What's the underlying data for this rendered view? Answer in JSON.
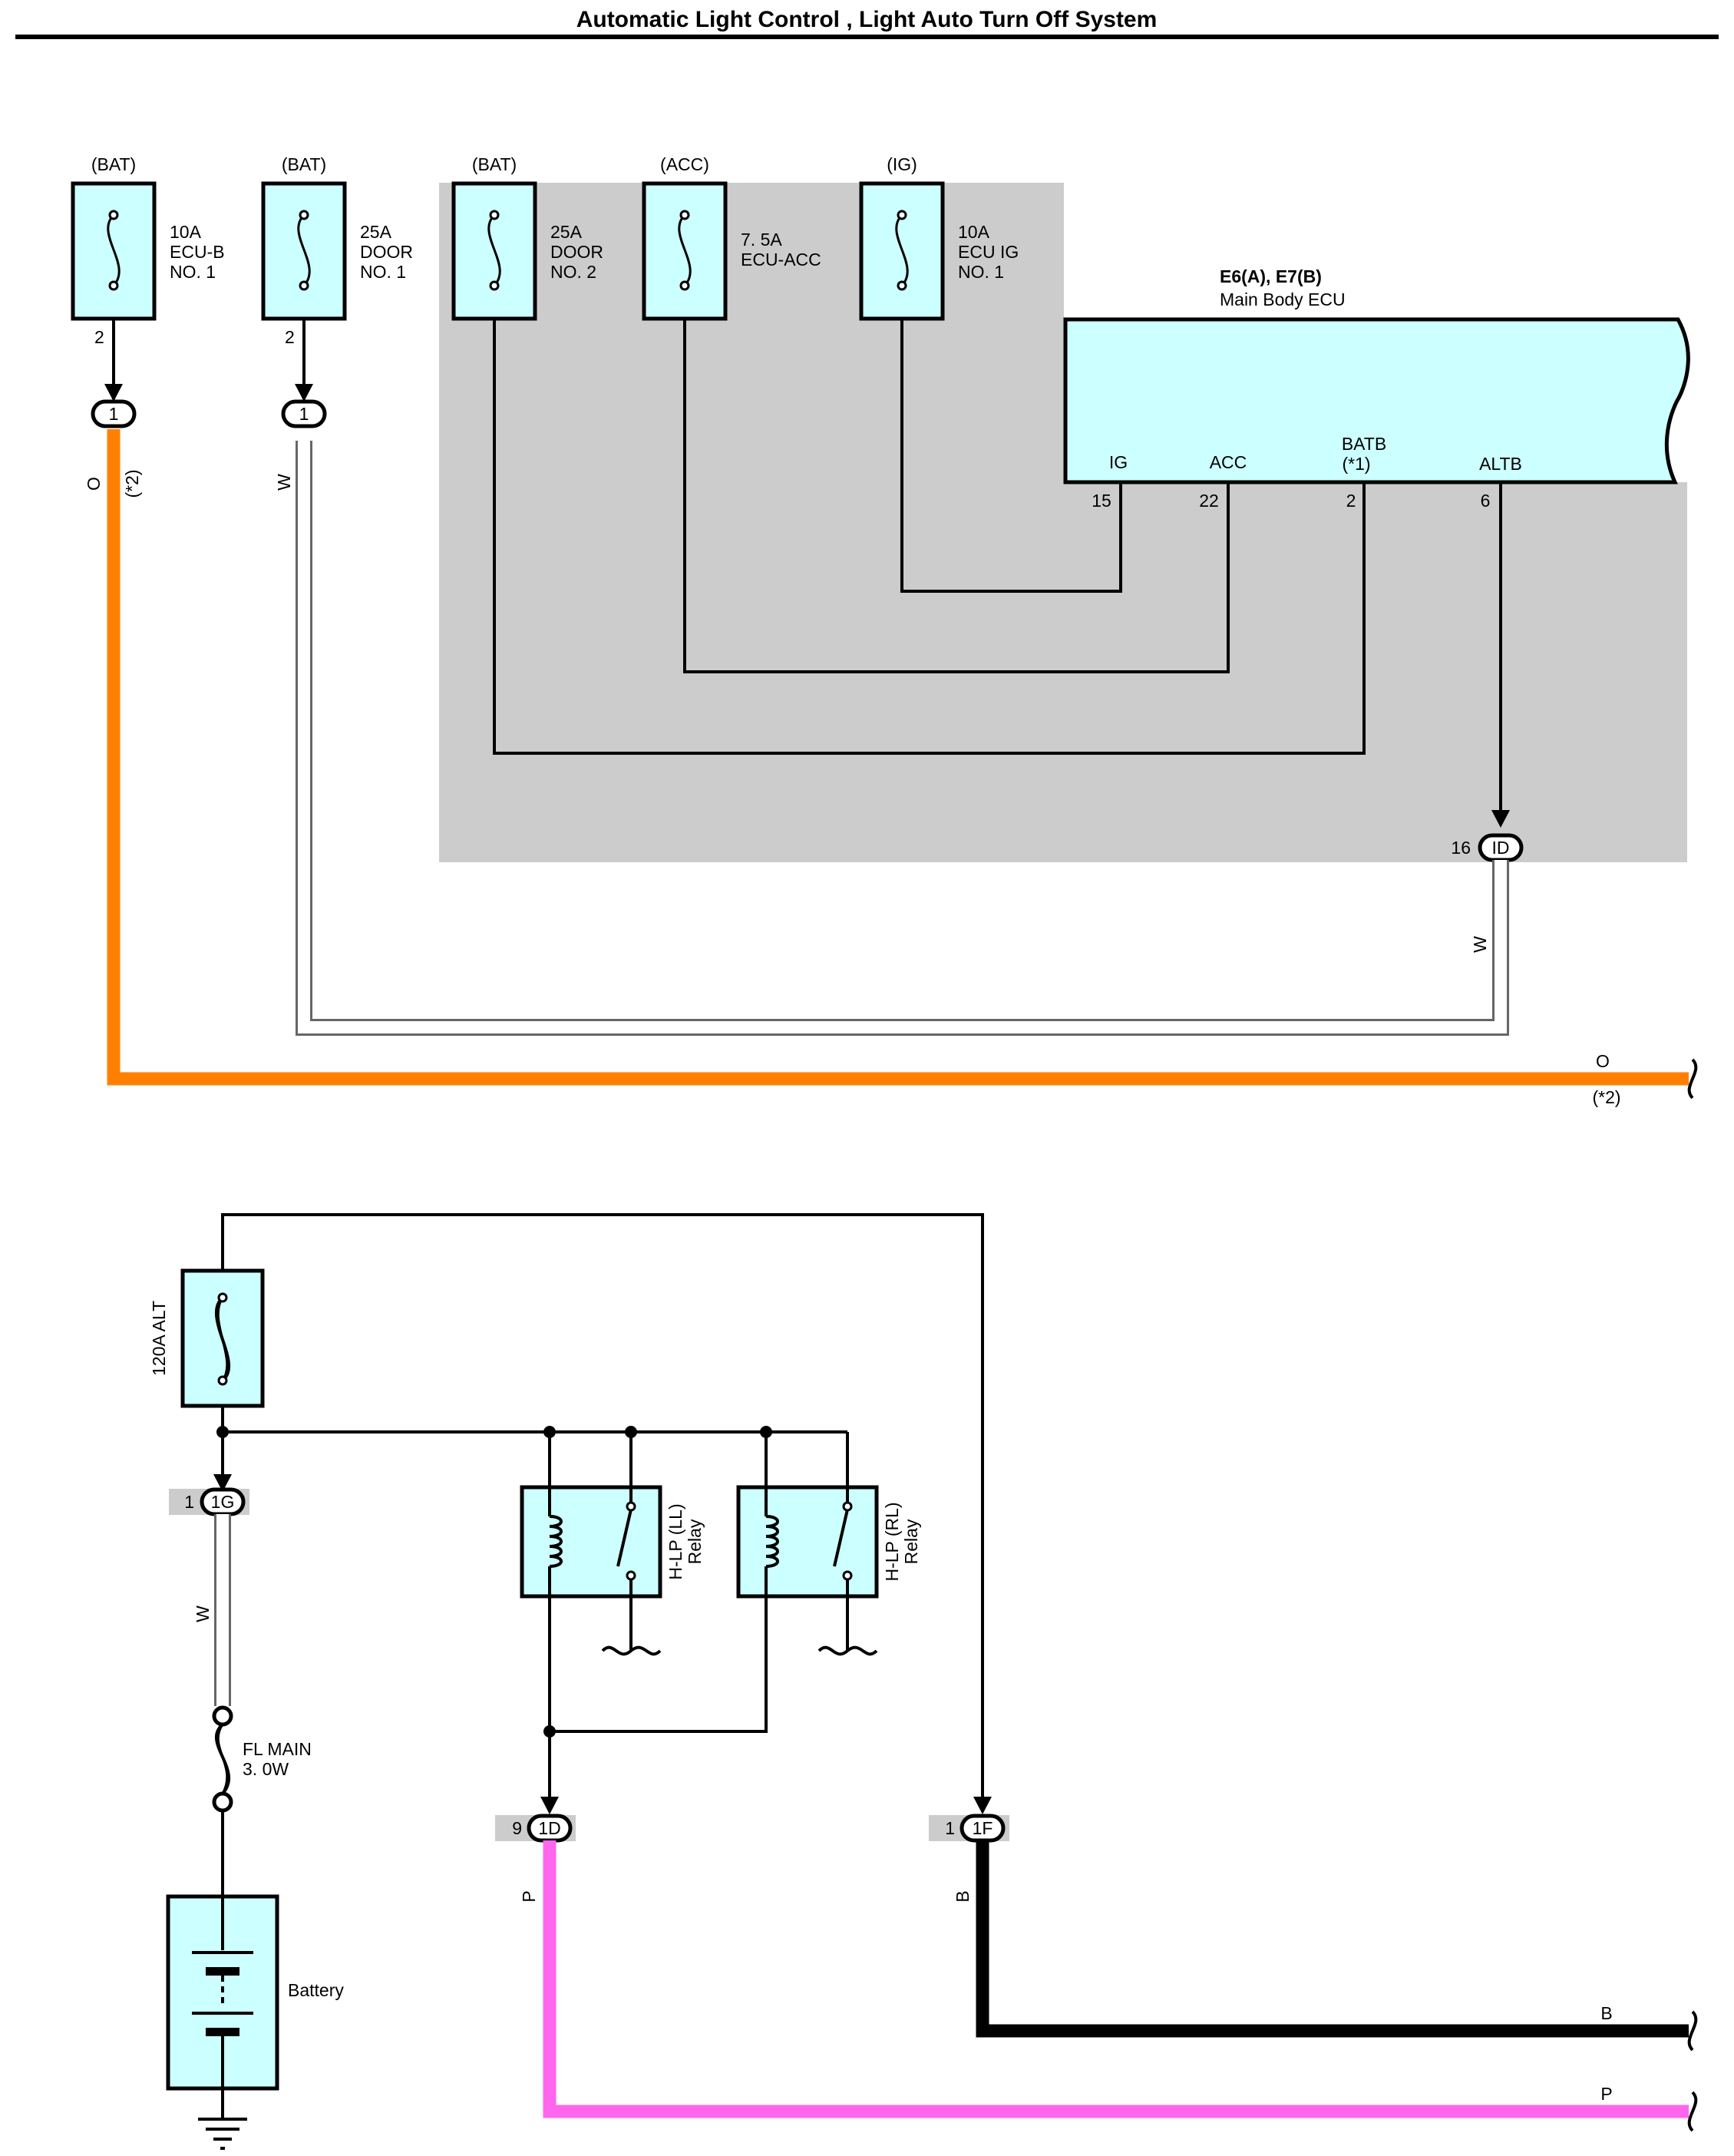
{
  "title": "Automatic Light Control , Light Auto Turn Off System",
  "colors": {
    "orange_wire": "#FF8000",
    "pink_wire": "#FF66EE",
    "black_wire": "#000000",
    "component_fill": "#CCFFFF",
    "shaded_area": "#CCCCCC"
  },
  "fuses": [
    {
      "id": "f1",
      "source": "(BAT)",
      "lines": [
        "10A",
        "ECU-B",
        "NO. 1"
      ],
      "pin": "2"
    },
    {
      "id": "f2",
      "source": "(BAT)",
      "lines": [
        "25A",
        "DOOR",
        "NO. 1"
      ],
      "pin": "2"
    },
    {
      "id": "f3",
      "source": "(BAT)",
      "lines": [
        "25A",
        "DOOR",
        "NO. 2"
      ]
    },
    {
      "id": "f4",
      "source": "(ACC)",
      "lines": [
        "7. 5A",
        "ECU-ACC"
      ]
    },
    {
      "id": "f5",
      "source": "(IG)",
      "lines": [
        "10A",
        "ECU IG",
        "NO. 1"
      ]
    }
  ],
  "ecu": {
    "connectors": "E6(A), E7(B)",
    "name": "Main Body ECU",
    "pins": [
      {
        "label": "IG",
        "pin": "15"
      },
      {
        "label": "ACC",
        "pin": "22"
      },
      {
        "label": "BATB",
        "sub": "(*1)",
        "pin": "2"
      },
      {
        "label": "ALTB",
        "pin": "6"
      }
    ]
  },
  "connectors": {
    "c_left1": "1",
    "c_left2": "1",
    "id": {
      "pin": "16",
      "code": "ID"
    },
    "j1g": {
      "pin": "1",
      "code": "1G"
    },
    "j1d": {
      "pin": "9",
      "code": "1D"
    },
    "j1f": {
      "pin": "1",
      "code": "1F"
    }
  },
  "wires": {
    "o_label": "O",
    "o_note": "(*2)",
    "w_label": "W",
    "b_label": "B",
    "p_label": "P"
  },
  "bottom": {
    "alt_fuse": "120A ALT",
    "fl_main": [
      "FL MAIN",
      "3. 0W"
    ],
    "battery": "Battery",
    "relay_ll": [
      "H-LP (LL)",
      "Relay"
    ],
    "relay_rl": [
      "H-LP (RL)",
      "Relay"
    ]
  }
}
